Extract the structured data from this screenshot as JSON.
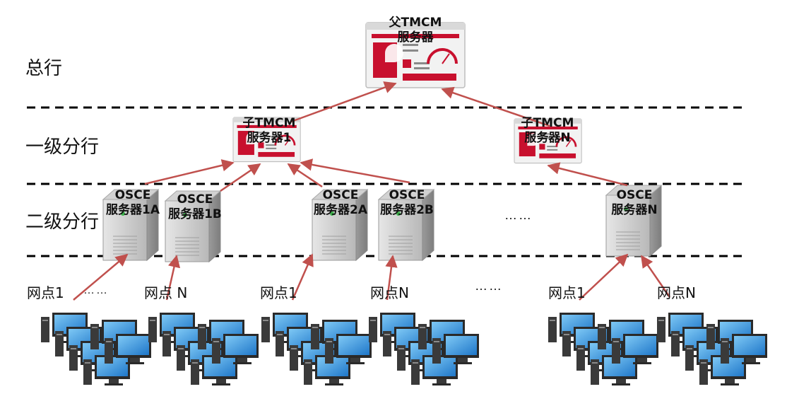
{
  "tiers": {
    "hq": "总行",
    "level1": "一级分行",
    "level2": "二级分行"
  },
  "parent_server": {
    "line1": "父TMCM",
    "line2": "服务器"
  },
  "child_servers": [
    {
      "line1": "子TMCM",
      "line2": "服务器1"
    },
    {
      "line1": "子TMCM",
      "line2": "服务器N"
    }
  ],
  "osce_servers": [
    {
      "line1": "OSCE",
      "line2": "服务器1A"
    },
    {
      "line1": "OSCE",
      "line2": "服务器1B"
    },
    {
      "line1": "OSCE",
      "line2": "服务器2A"
    },
    {
      "line1": "OSCE",
      "line2": "服务器2B"
    },
    {
      "line1": "OSCE",
      "line2": "服务器N"
    }
  ],
  "ellipsis_servers": "……",
  "ellipsis_sites": "……",
  "ellipsis_site_row": "……",
  "sites": [
    "网点1",
    "网点 N",
    "网点1",
    "网点N",
    "网点1",
    "网点N"
  ],
  "colors": {
    "arrow": "#c0504d",
    "dash": "#000000",
    "server_grey": "#c8c8c8",
    "monitor_blue": "#2b8ed8",
    "console_red": "#c8102e"
  },
  "icons": {
    "tmcm": "management-console-icon",
    "osce": "server-tower-icon",
    "site": "workstation-cluster-icon"
  }
}
